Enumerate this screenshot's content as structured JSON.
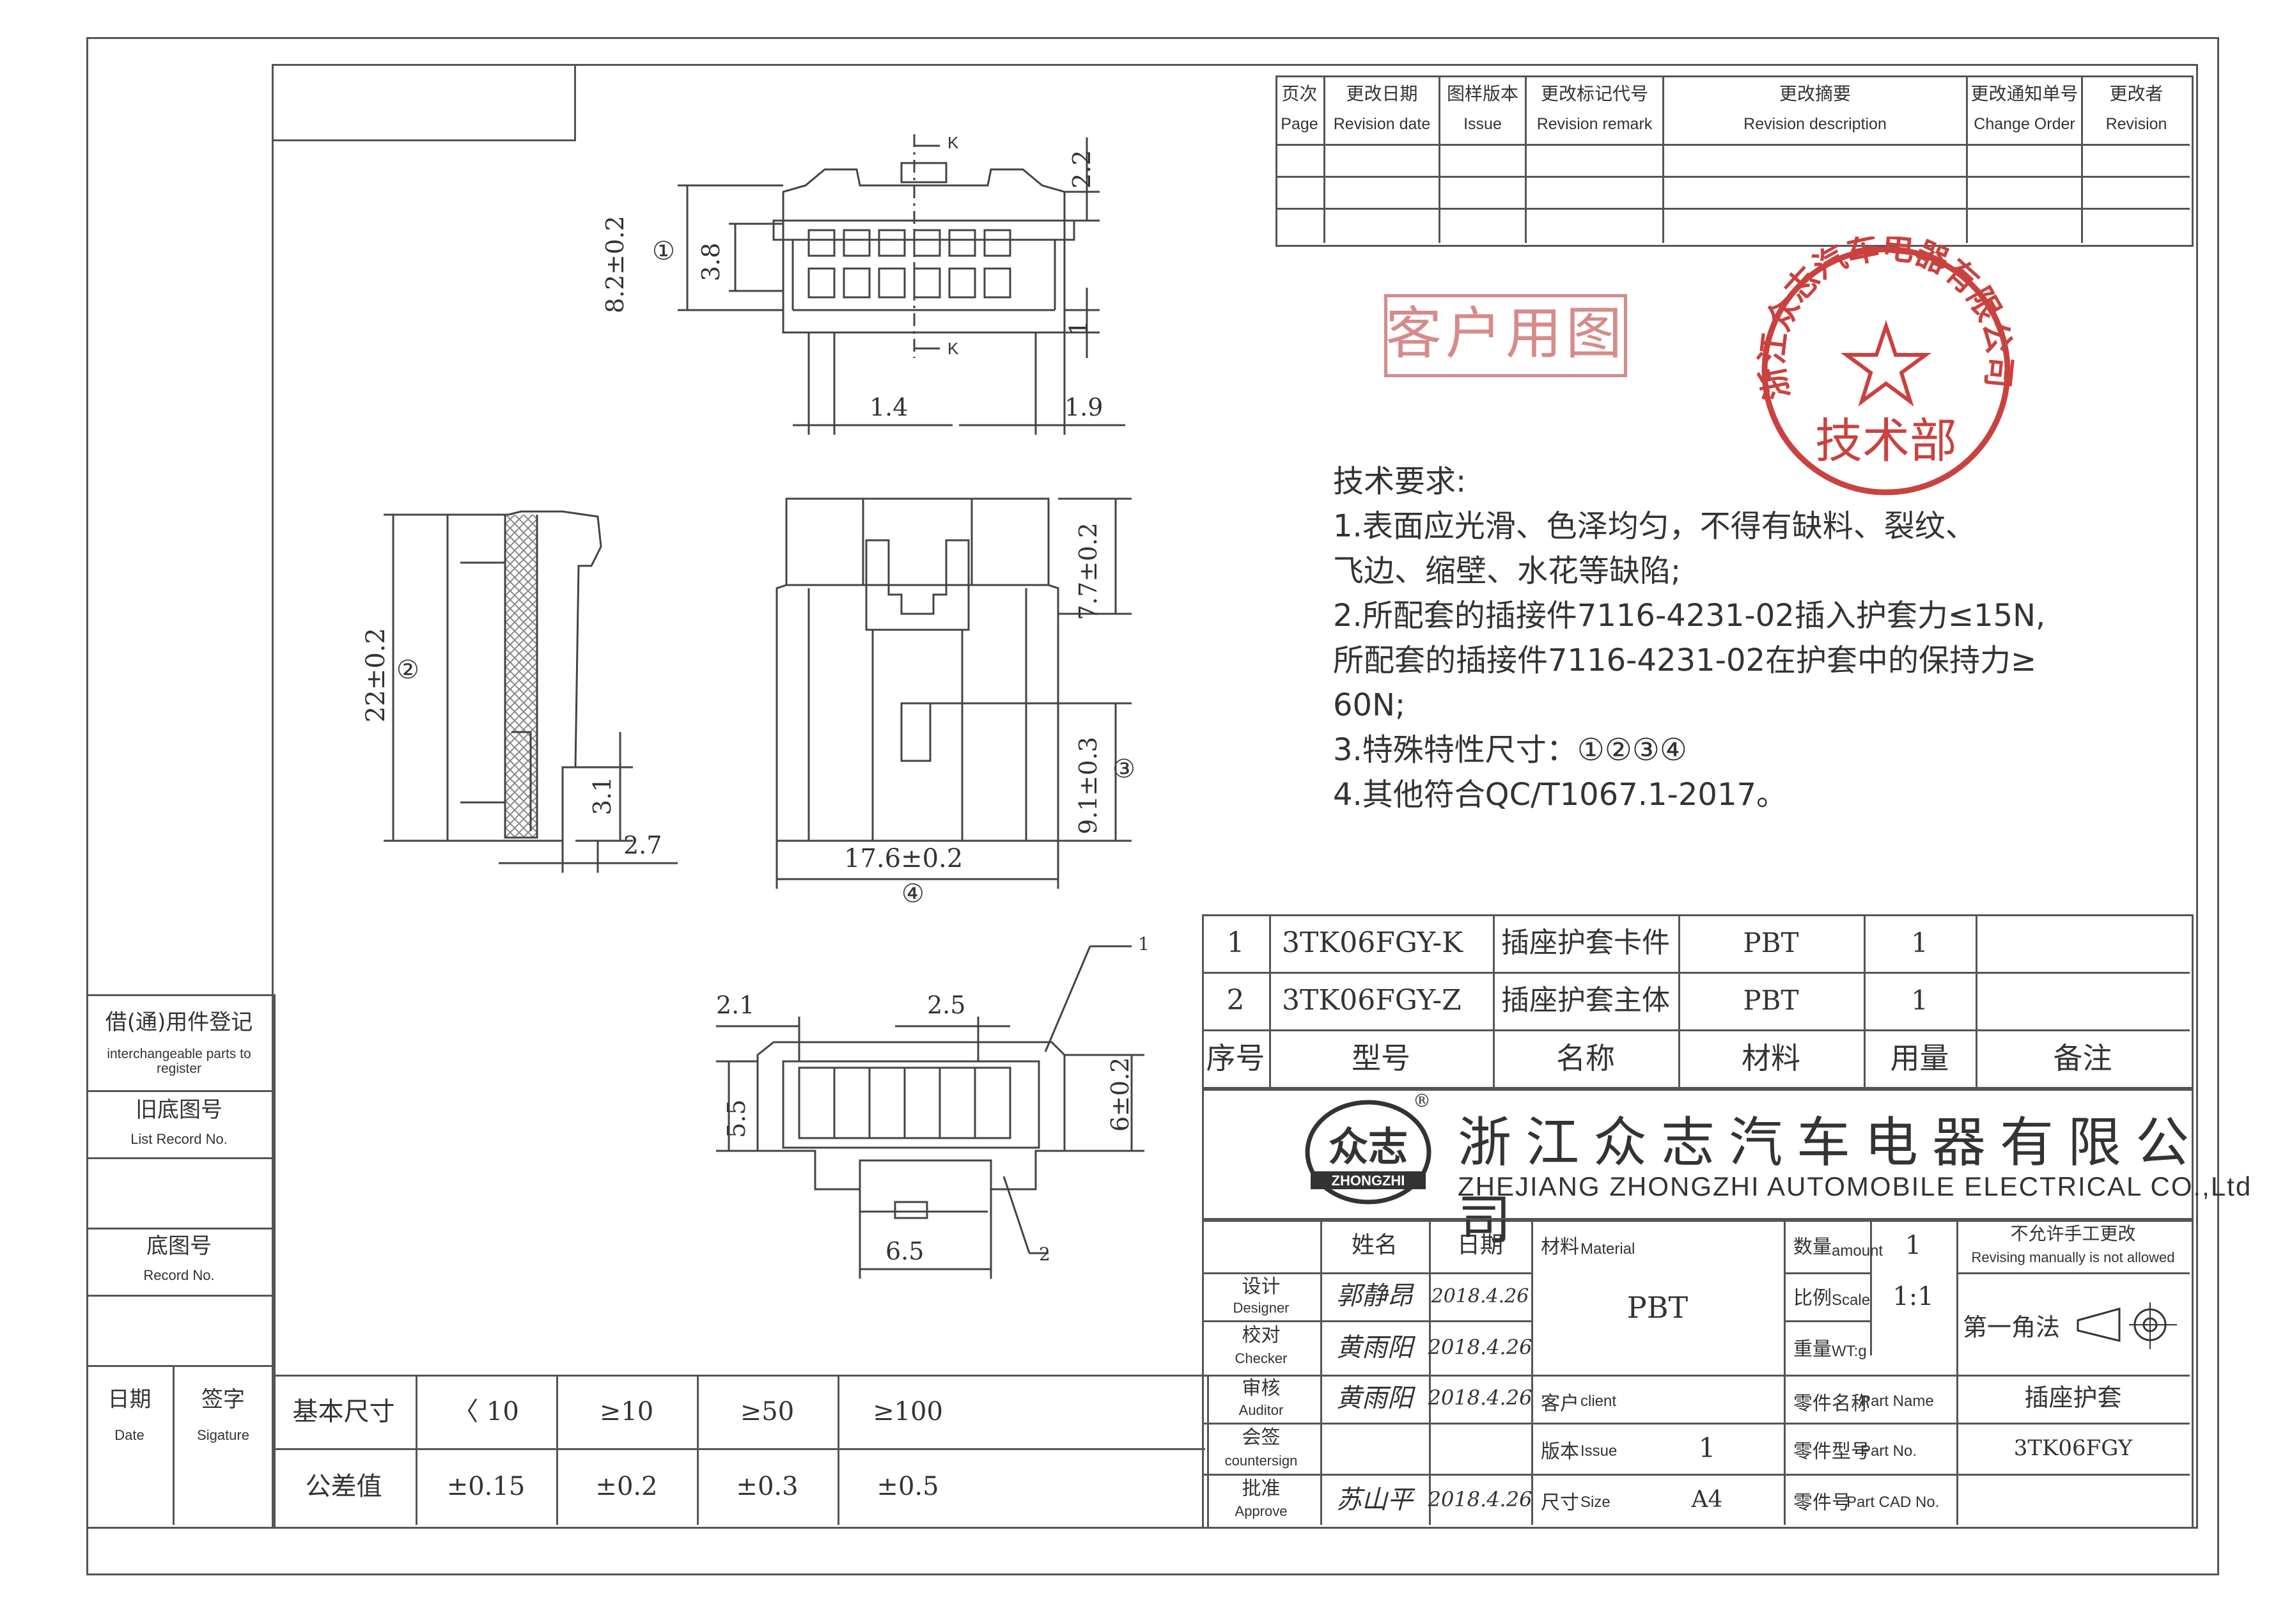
{
  "revision_table": {
    "headers": [
      {
        "cn": "页次",
        "en": "Page"
      },
      {
        "cn": "更改日期",
        "en": "Revision date"
      },
      {
        "cn": "图样版本",
        "en": "Issue"
      },
      {
        "cn": "更改标记代号",
        "en": "Revision remark"
      },
      {
        "cn": "更改摘要",
        "en": "Revision description"
      },
      {
        "cn": "更改通知单号",
        "en": "Change Order"
      },
      {
        "cn": "更改者",
        "en": "Revision"
      }
    ]
  },
  "stamps": {
    "customer_drawing": "客户用图",
    "company_seal_name": "浙江众志汽车电器有限公司",
    "company_seal_dept": "技术部"
  },
  "dimensions": {
    "d_8_2": "8.2±0.2",
    "circ_1": "①",
    "d_3_8": "3.8",
    "d_2_2": "2.2",
    "d_1": "1",
    "d_1_4": "1.4",
    "d_1_9": "1.9",
    "label_k": "K",
    "d_22": "22±0.2",
    "circ_2": "②",
    "d_3_1": "3.1",
    "d_2_7": "2.7",
    "d_7_7": "7.7±0.2",
    "d_9_1": "9.1±0.3",
    "circ_3": "③",
    "d_17_6": "17.6±0.2",
    "circ_4": "④",
    "d_2_1": "2.1",
    "d_2_5": "2.5",
    "d_5_5": "5.5",
    "d_6": "6±0.2",
    "d_6_5": "6.5",
    "callout_1": "1",
    "callout_2": "2"
  },
  "tech_requirements": {
    "title": "技术要求:",
    "lines": [
      "1.表面应光滑、色泽均匀，不得有缺料、裂纹、",
      "飞边、缩壁、水花等缺陷;",
      "2.所配套的插接件7116-4231-02插入护套力≤15N,",
      "所配套的插接件7116-4231-02在护套中的保持力≥",
      "60N;",
      "3.特殊特性尺寸：①②③④",
      "4.其他符合QC/T1067.1-2017。"
    ]
  },
  "bom": {
    "rows": [
      {
        "no": "1",
        "model": "3TK06FGY-K",
        "name": "插座护套卡件",
        "material": "PBT",
        "qty": "1",
        "remark": ""
      },
      {
        "no": "2",
        "model": "3TK06FGY-Z",
        "name": "插座护套主体",
        "material": "PBT",
        "qty": "1",
        "remark": ""
      }
    ],
    "headers": {
      "no": "序号",
      "model": "型号",
      "name": "名称",
      "material": "材料",
      "qty": "用量",
      "remark": "备注"
    }
  },
  "company": {
    "name_cn": "浙江众志汽车电器有限公司",
    "name_en": "ZHEJIANG ZHONGZHI AUTOMOBILE ELECTRICAL CO.,Ltd",
    "logo_cn": "众志",
    "logo_en": "ZHONGZHI",
    "registered": "®"
  },
  "title_block": {
    "col_name": "姓名",
    "col_date": "日期",
    "roles": [
      {
        "cn": "设计",
        "en": "Designer",
        "name": "郭静昂",
        "date": "2018.4.26"
      },
      {
        "cn": "校对",
        "en": "Checker",
        "name": "黄雨阳",
        "date": "2018.4.26"
      },
      {
        "cn": "审核",
        "en": "Auditor",
        "name": "黄雨阳",
        "date": "2018.4.26"
      },
      {
        "cn": "会签",
        "en": "countersign",
        "name": "",
        "date": ""
      },
      {
        "cn": "批准",
        "en": "Approve",
        "name": "苏山平",
        "date": "2018.4.26"
      }
    ],
    "material_label_cn": "材料",
    "material_label_en": "Material",
    "material_value": "PBT",
    "client_label_cn": "客户",
    "client_label_en": "client",
    "client_value": "",
    "issue_label_cn": "版本",
    "issue_label_en": "Issue",
    "issue_value": "1",
    "size_label_cn": "尺寸",
    "size_label_en": "Size",
    "size_value": "A4",
    "amount_label_cn": "数量",
    "amount_label_en": "amount",
    "amount_value": "1",
    "scale_label_cn": "比例",
    "scale_label_en": "Scale",
    "scale_value": "1:1",
    "weight_label_cn": "重量",
    "weight_label_en": "WT:g",
    "weight_value": "",
    "no_manual_cn": "不允许手工更改",
    "no_manual_en": "Revising manually is not allowed",
    "projection": "第一角法",
    "part_name_label_cn": "零件名称",
    "part_name_label_en": "Part Name",
    "part_name_value": "插座护套",
    "part_no_label_cn": "零件型号",
    "part_no_label_en": "Part No.",
    "part_no_value": "3TK06FGY",
    "part_cad_label_cn": "零件号",
    "part_cad_label_en": "Part CAD No.",
    "part_cad_value": ""
  },
  "left_panel": {
    "interchangeable_cn": "借(通)用件登记",
    "interchangeable_en": "interchangeable parts to register",
    "old_record_cn": "旧底图号",
    "old_record_en": "List Record No.",
    "record_cn": "底图号",
    "record_en": "Record No.",
    "date_cn": "日期",
    "date_en": "Date",
    "signature_cn": "签字",
    "signature_en": "Sigature"
  },
  "tolerance": {
    "row1_label": "基本尺寸",
    "row2_label": "公差值",
    "ranges": [
      "〈 10",
      "≥10",
      "≥50",
      "≥100"
    ],
    "values": [
      "±0.15",
      "±0.2",
      "±0.3",
      "±0.5"
    ]
  }
}
